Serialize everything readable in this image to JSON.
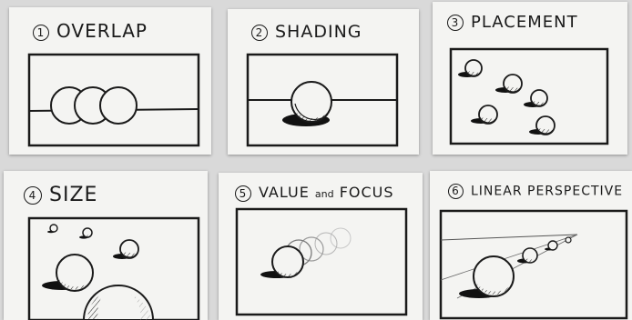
{
  "panels": [
    {
      "number": "1",
      "title": "OVERLAP"
    },
    {
      "number": "2",
      "title": "SHADING"
    },
    {
      "number": "3",
      "title": "PLACEMENT"
    },
    {
      "number": "4",
      "title": "SIZE"
    },
    {
      "number": "5",
      "title_main": "VALUE",
      "title_and": "and",
      "title_end": "FOCUS"
    },
    {
      "number": "6",
      "title": "LINEAR PERSPECTIVE"
    }
  ],
  "colors": {
    "paper": "#f4f4f2",
    "ink": "#1a1a1a",
    "background": "#d9d9d9"
  }
}
